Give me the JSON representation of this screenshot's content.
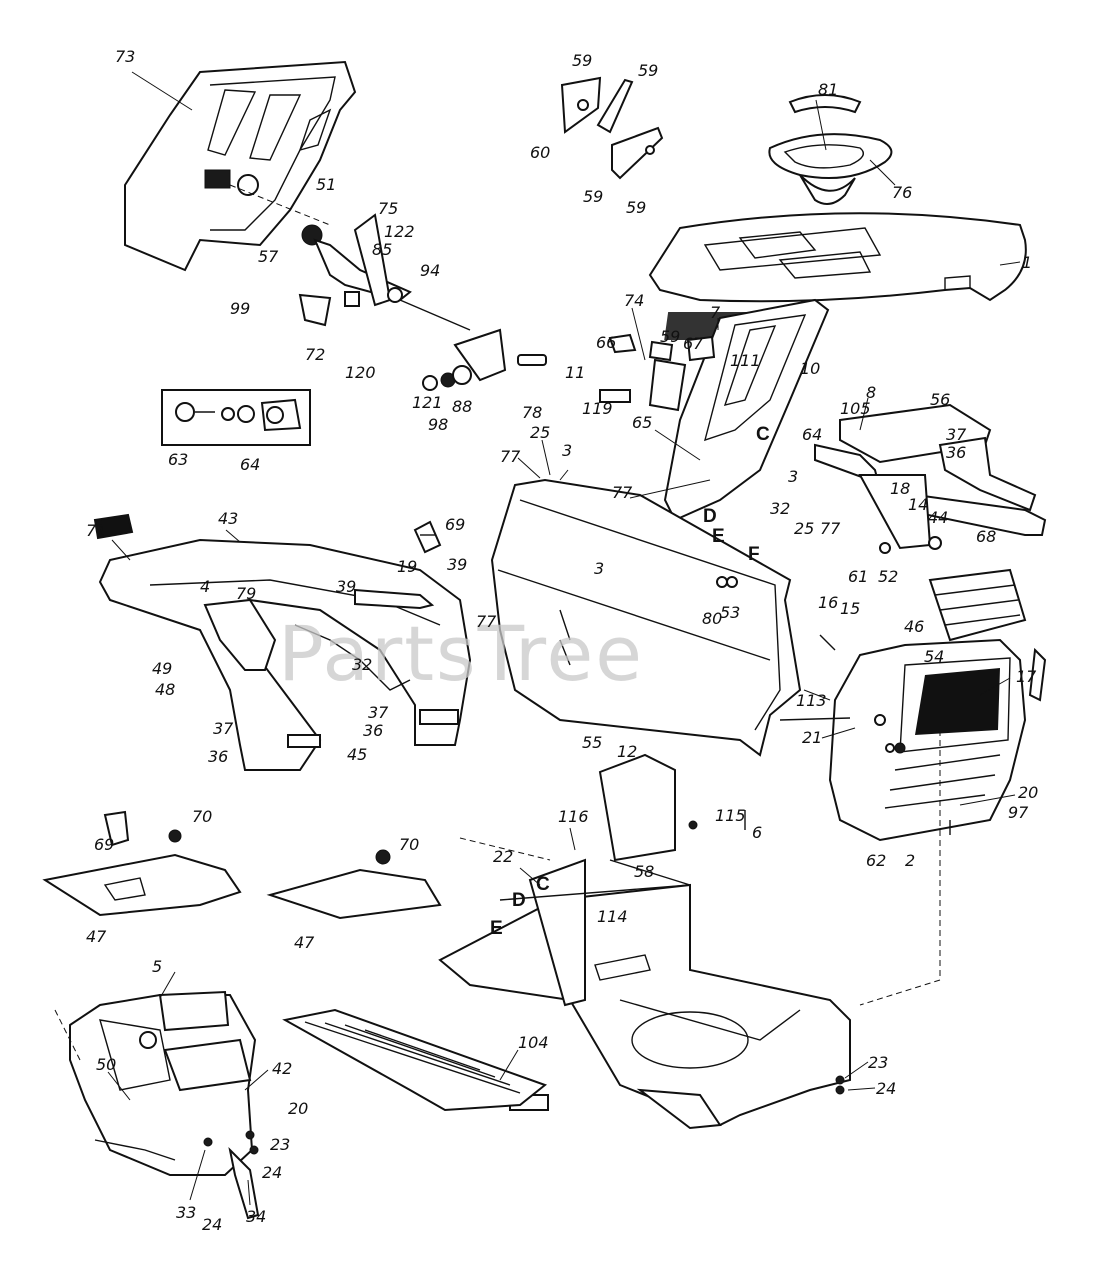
{
  "watermark": "PartsTree",
  "labels": [
    "73",
    "59",
    "59",
    "60",
    "59",
    "59",
    "81",
    "76",
    "51",
    "75",
    "122",
    "85",
    "57",
    "94",
    "99",
    "72",
    "120",
    "1",
    "7",
    "10",
    "74",
    "66",
    "59",
    "67",
    "111",
    "11",
    "119",
    "121",
    "88",
    "98",
    "78",
    "63",
    "64",
    "65",
    "8",
    "105",
    "56",
    "25",
    "3",
    "77",
    "C",
    "64",
    "37",
    "36",
    "18",
    "14",
    "77",
    "32",
    "3",
    "25",
    "77",
    "D",
    "E",
    "F",
    "43",
    "71",
    "69",
    "39",
    "4",
    "79",
    "19",
    "39",
    "3",
    "77",
    "44",
    "68",
    "52",
    "61",
    "80",
    "53",
    "16",
    "15",
    "46",
    "54",
    "17",
    "32",
    "49",
    "48",
    "113",
    "37",
    "36",
    "37",
    "36",
    "45",
    "55",
    "21",
    "20",
    "97",
    "6",
    "2",
    "62",
    "12",
    "116",
    "115",
    "22",
    "58",
    "C",
    "114",
    "D",
    "E",
    "69",
    "70",
    "70",
    "47",
    "47",
    "5",
    "104",
    "50",
    "42",
    "20",
    "23",
    "23",
    "24",
    "24",
    "33",
    "24",
    "34"
  ]
}
